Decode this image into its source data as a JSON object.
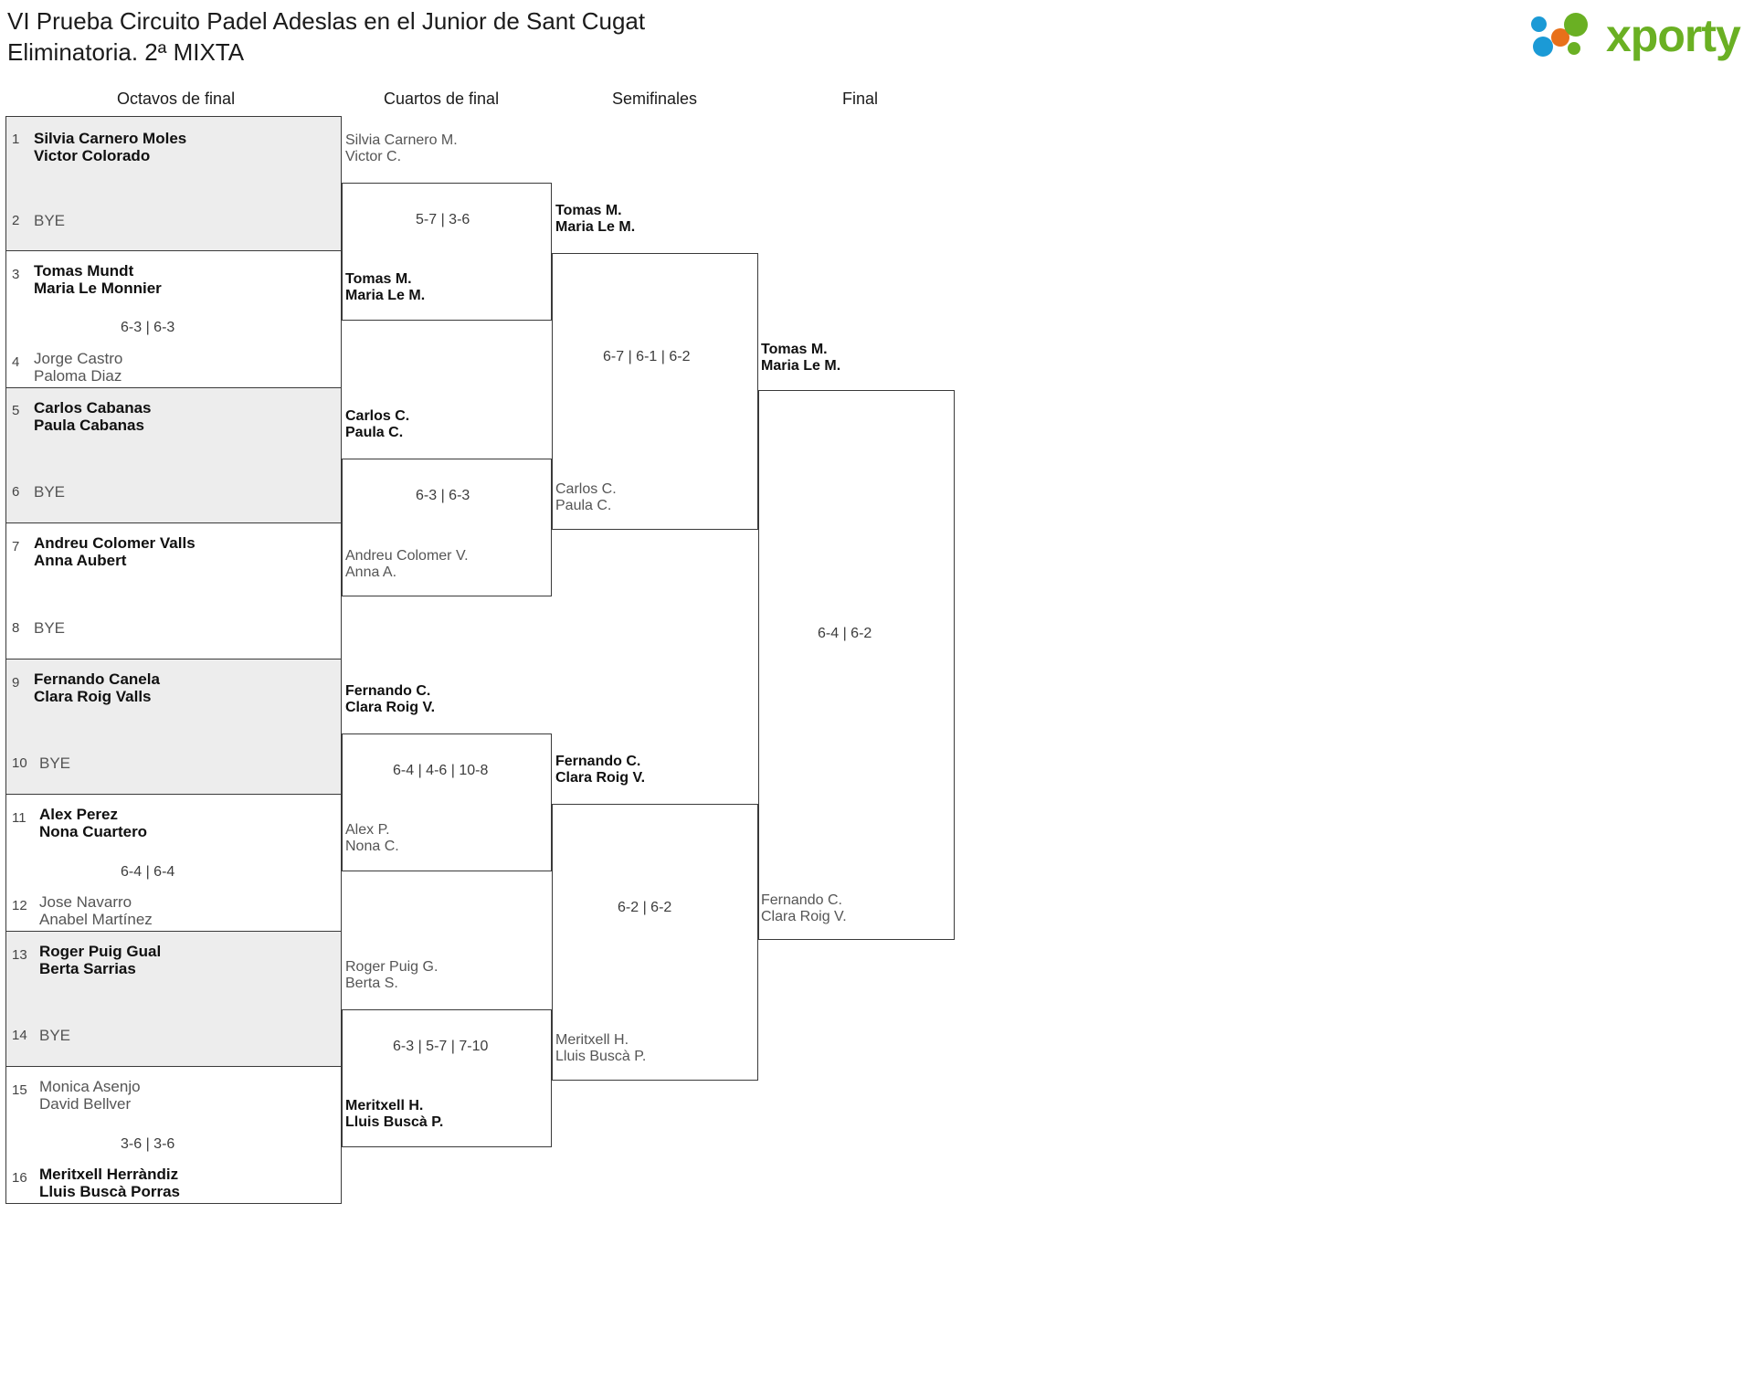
{
  "header": {
    "title_line1": "VI Prueba Circuito Padel Adeslas en el Junior de Sant Cugat",
    "title_line2": "Eliminatoria. 2ª MIXTA",
    "logo_text": "xporty",
    "logo_colors": {
      "green": "#6ab023",
      "blue": "#1b9ad6",
      "orange": "#e8701a"
    }
  },
  "rounds": [
    {
      "label": "Octavos de final"
    },
    {
      "label": "Cuartos de final"
    },
    {
      "label": "Semifinales"
    },
    {
      "label": "Final"
    }
  ],
  "round1": {
    "slots": [
      {
        "seed": "1",
        "line1": "Silvia Carnero Moles",
        "line2": "Victor Colorado",
        "status": "win"
      },
      {
        "seed": "2",
        "line1": "BYE",
        "line2": "",
        "status": "bye"
      },
      {
        "seed": "3",
        "line1": "Tomas Mundt",
        "line2": "Maria Le Monnier",
        "status": "win"
      },
      {
        "seed": "4",
        "line1": "Jorge Castro",
        "line2": "Paloma Diaz",
        "status": "lose"
      },
      {
        "seed": "5",
        "line1": "Carlos Cabanas",
        "line2": "Paula Cabanas",
        "status": "win"
      },
      {
        "seed": "6",
        "line1": "BYE",
        "line2": "",
        "status": "bye"
      },
      {
        "seed": "7",
        "line1": "Andreu Colomer Valls",
        "line2": "Anna Aubert",
        "status": "win"
      },
      {
        "seed": "8",
        "line1": "BYE",
        "line2": "",
        "status": "bye"
      },
      {
        "seed": "9",
        "line1": "Fernando Canela",
        "line2": "Clara Roig Valls",
        "status": "win"
      },
      {
        "seed": "10",
        "line1": "BYE",
        "line2": "",
        "status": "bye"
      },
      {
        "seed": "11",
        "line1": "Alex Perez",
        "line2": "Nona Cuartero",
        "status": "win"
      },
      {
        "seed": "12",
        "line1": "Jose Navarro",
        "line2": "Anabel Martínez",
        "status": "lose"
      },
      {
        "seed": "13",
        "line1": "Roger Puig Gual",
        "line2": "Berta Sarrias",
        "status": "win"
      },
      {
        "seed": "14",
        "line1": "BYE",
        "line2": "",
        "status": "bye"
      },
      {
        "seed": "15",
        "line1": "Monica Asenjo",
        "line2": "David Bellver",
        "status": "lose"
      },
      {
        "seed": "16",
        "line1": "Meritxell Herràndiz",
        "line2": "Lluis Buscà Porras",
        "status": "win"
      }
    ],
    "scores": [
      "",
      "6-3 | 6-3",
      "",
      "",
      "",
      "6-4 | 6-4",
      "",
      "3-6 | 3-6"
    ]
  },
  "round2": {
    "matches": [
      {
        "top": {
          "line1": "Silvia Carnero M.",
          "line2": "Victor C.",
          "status": "lose"
        },
        "bottom": {
          "line1": "Tomas M.",
          "line2": "Maria Le M.",
          "status": "win"
        },
        "score": "5-7 | 3-6"
      },
      {
        "top": {
          "line1": "Carlos C.",
          "line2": "Paula C.",
          "status": "win"
        },
        "bottom": {
          "line1": "Andreu Colomer V.",
          "line2": "Anna A.",
          "status": "lose"
        },
        "score": "6-3 | 6-3"
      },
      {
        "top": {
          "line1": "Fernando C.",
          "line2": "Clara Roig V.",
          "status": "win"
        },
        "bottom": {
          "line1": "Alex P.",
          "line2": "Nona C.",
          "status": "lose"
        },
        "score": "6-4 | 4-6 | 10-8"
      },
      {
        "top": {
          "line1": "Roger Puig G.",
          "line2": "Berta S.",
          "status": "lose"
        },
        "bottom": {
          "line1": "Meritxell H.",
          "line2": "Lluis Buscà P.",
          "status": "win"
        },
        "score": "6-3 | 5-7 | 7-10"
      }
    ]
  },
  "round3": {
    "matches": [
      {
        "top": {
          "line1": "Tomas M.",
          "line2": "Maria Le M.",
          "status": "win"
        },
        "bottom": {
          "line1": "Carlos C.",
          "line2": "Paula C.",
          "status": "lose"
        },
        "score": "6-7 | 6-1 | 6-2"
      },
      {
        "top": {
          "line1": "Fernando C.",
          "line2": "Clara Roig V.",
          "status": "win"
        },
        "bottom": {
          "line1": "Meritxell H.",
          "line2": "Lluis Buscà P.",
          "status": "lose"
        },
        "score": "6-2 | 6-2"
      }
    ]
  },
  "round4": {
    "match": {
      "top": {
        "line1": "Tomas M.",
        "line2": "Maria Le M.",
        "status": "win"
      },
      "bottom": {
        "line1": "Fernando C.",
        "line2": "Clara Roig V.",
        "status": "lose"
      },
      "score": "6-4 | 6-2"
    }
  }
}
